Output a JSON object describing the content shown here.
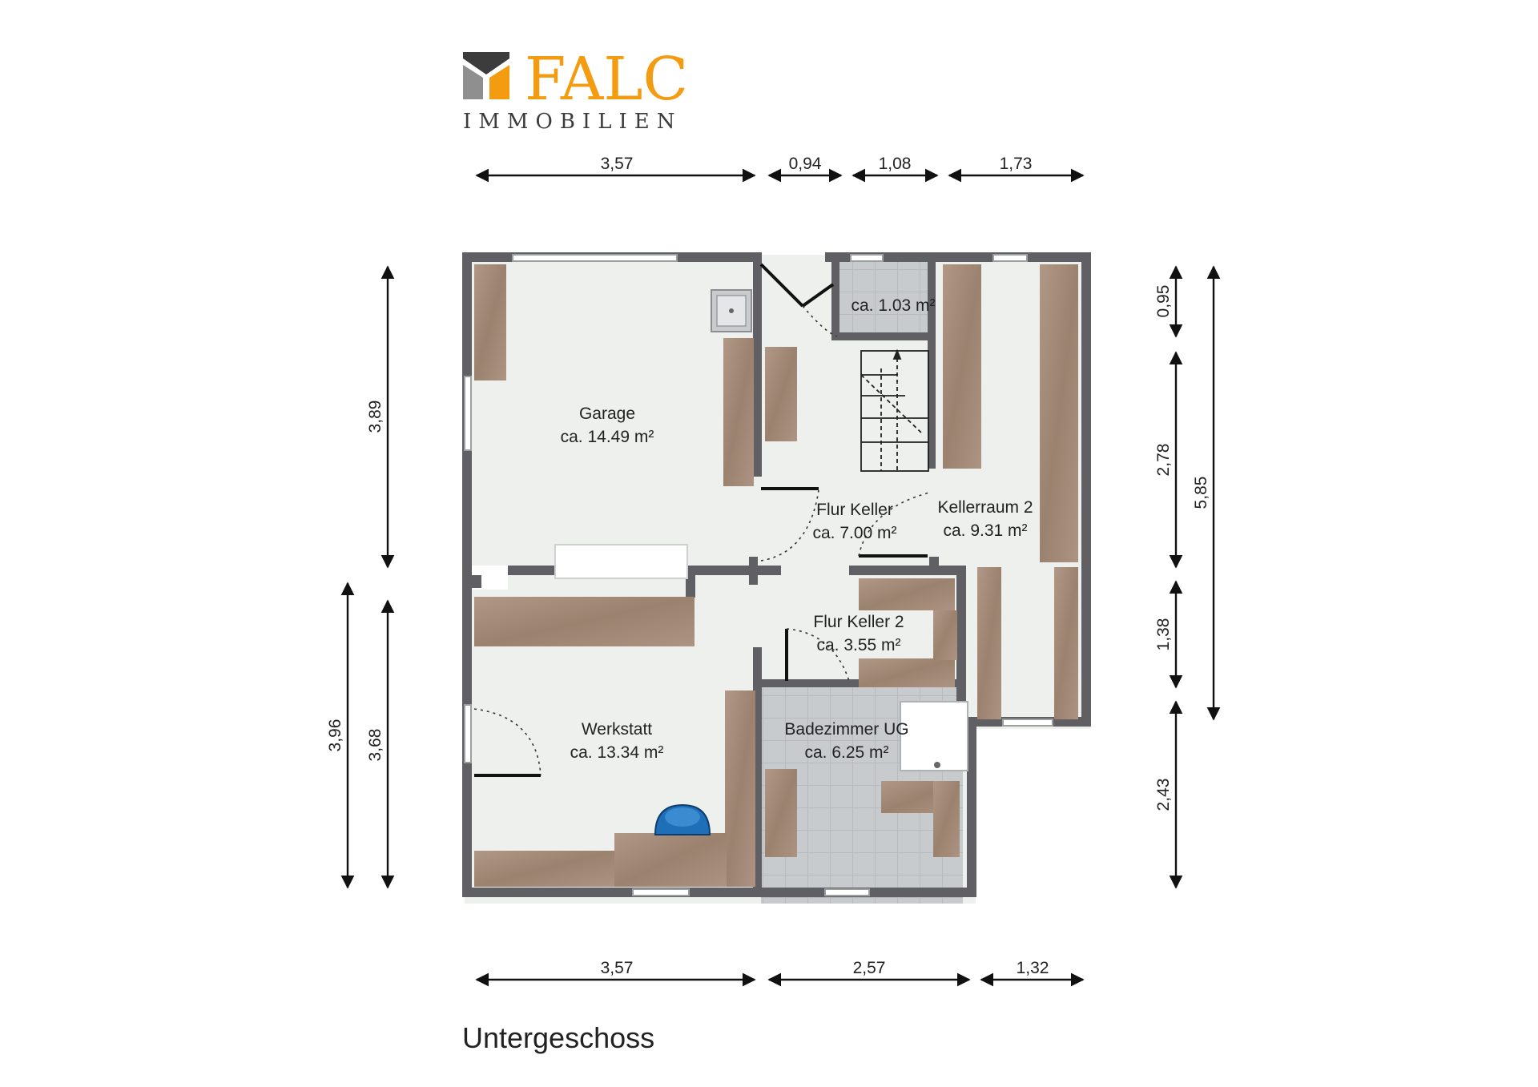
{
  "logo": {
    "brand": "FALC",
    "tagline": "IMMOBILIEN",
    "colors": {
      "orange": "#f39c12",
      "gray": "#8a8a8a",
      "dark": "#3c3c3c"
    }
  },
  "caption": "Untergeschoss",
  "rooms": {
    "garage": {
      "name": "Garage",
      "area": "ca. 14.49 m²"
    },
    "small_room": {
      "area": "ca. 1.03 m²"
    },
    "flur_keller": {
      "name": "Flur Keller",
      "area": "ca. 7.00 m²"
    },
    "kellerraum_2": {
      "name": "Kellerraum 2",
      "area": "ca. 9.31 m²"
    },
    "flur_keller_2": {
      "name": "Flur Keller 2",
      "area": "ca. 3.55 m²"
    },
    "werkstatt": {
      "name": "Werkstatt",
      "area": "ca. 13.34 m²"
    },
    "badezimmer": {
      "name": "Badezimmer UG",
      "area": "ca. 6.25 m²"
    }
  },
  "dimensions": {
    "top": [
      "3,57",
      "0,94",
      "1,08",
      "1,73"
    ],
    "bottom": [
      "3,57",
      "2,57",
      "1,32"
    ],
    "left_outer": [
      "3,96"
    ],
    "left_inner": [
      "3,89",
      "3,68"
    ],
    "right_inner": [
      "0,95",
      "2,78",
      "1,38",
      "2,43"
    ],
    "right_outer": [
      "5,85"
    ]
  },
  "colors": {
    "wall": "#5f5f64",
    "floor": "#eef0ee",
    "tile": "#c6c9cc",
    "furniture": "#a48b79",
    "dim_line": "#111111"
  }
}
